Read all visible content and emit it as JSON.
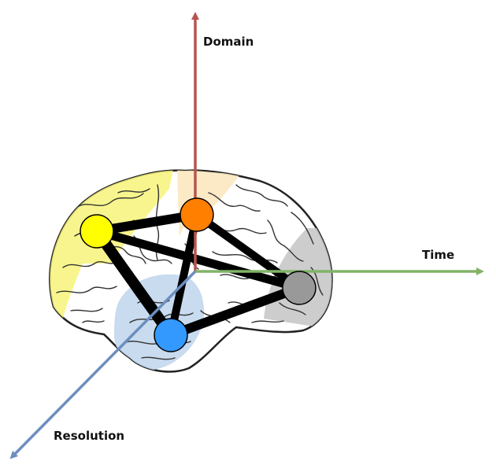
{
  "axes": {
    "domain": {
      "label": "Domain",
      "color": "#b85450"
    },
    "time": {
      "label": "Time",
      "color": "#82b366"
    },
    "resolution": {
      "label": "Resolution",
      "color": "#6c8ebf"
    }
  },
  "brain": {
    "outline_color": "#222222",
    "fill_color": "#ffffff",
    "regions": [
      {
        "name": "frontal-region",
        "color": "#f7f37a"
      },
      {
        "name": "motor-region",
        "color": "#fce8c0"
      },
      {
        "name": "occipital-region",
        "color": "#c8c8c8"
      },
      {
        "name": "temporal-region",
        "color": "#c5d9ee"
      }
    ]
  },
  "network": {
    "edge_color": "#000000",
    "nodes": [
      {
        "name": "yellow-node",
        "color": "#ffff00"
      },
      {
        "name": "orange-node",
        "color": "#ff7f00"
      },
      {
        "name": "gray-node",
        "color": "#999999"
      },
      {
        "name": "blue-node",
        "color": "#3399ff"
      }
    ]
  }
}
